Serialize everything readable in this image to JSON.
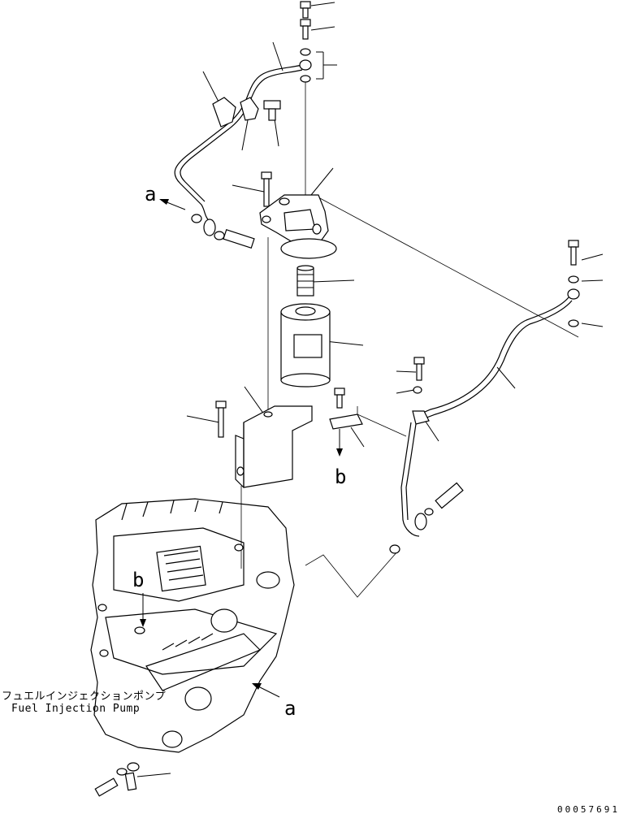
{
  "labels": {
    "pipe_end_a_top": "a",
    "pipe_end_b_top": "b",
    "view_b": "b",
    "view_a": "a",
    "pump_jp": "フュエルインジェクションポンプ",
    "pump_en": "Fuel Injection Pump",
    "drawing_number": "00057691"
  }
}
